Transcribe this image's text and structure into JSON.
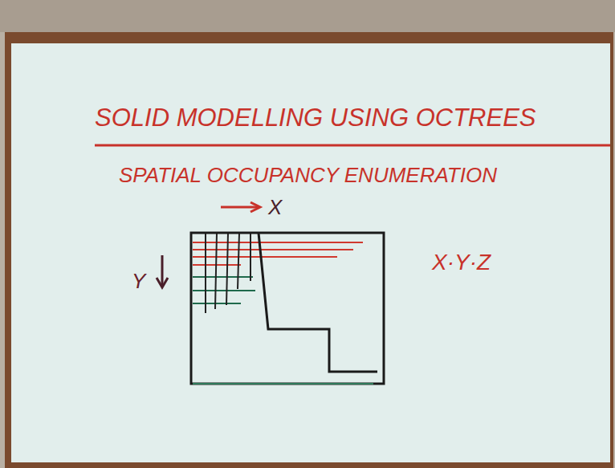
{
  "diagram": {
    "title": "SOLID MODELLING USING OCTREES",
    "labels": [
      "SPATIAL OCCUPANCY ENUMERATION",
      "X",
      "Y",
      "X·Y·Z"
    ]
  }
}
